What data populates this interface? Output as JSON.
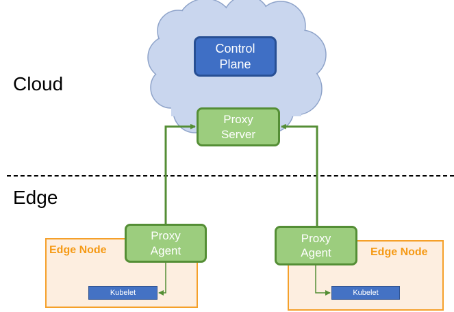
{
  "regions": {
    "cloud": "Cloud",
    "edge": "Edge"
  },
  "nodes": {
    "control_plane": "Control Plane",
    "proxy_server": "Proxy Server",
    "proxy_agent_left": "Proxy Agent",
    "proxy_agent_right": "Proxy Agent",
    "kubelet_left": "Kubelet",
    "kubelet_right": "Kubelet"
  },
  "edge_nodes": {
    "left_title": "Edge Node",
    "right_title": "Edge Node"
  },
  "colors": {
    "cloud_fill": "#c9d6ee",
    "cloud_stroke": "#8ea3c9",
    "proxy_green": "#9ccd7e",
    "proxy_border": "#548e35",
    "control_plane_blue": "#3f6fc5",
    "edge_node_orange": "#f5a02a",
    "edge_node_fill": "#fdeee0",
    "kubelet_blue": "#4472c4"
  }
}
